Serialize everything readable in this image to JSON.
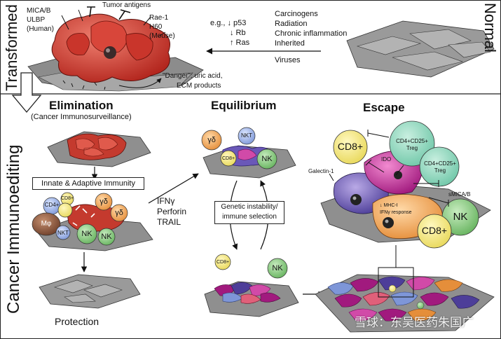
{
  "sections": {
    "top_left": "Transformed",
    "top_right": "Normal",
    "bottom_left": "Cancer Immunoediting"
  },
  "transformed": {
    "ligands_human": [
      "MICA/B",
      "ULBP",
      "(Human)"
    ],
    "tumor_antigens": "Tumor antigens",
    "ligands_mouse": [
      "Rae-1",
      "H60",
      "(Mouse)"
    ],
    "danger": [
      "\"Danger\": uric acid,",
      "ECM products"
    ]
  },
  "mutations": {
    "eg": "e.g., ↓ p53",
    "rb": "↓ Rb",
    "ras": "↑ Ras"
  },
  "causes": [
    "Carcinogens",
    "Radiation",
    "Chronic inflammation",
    "Inherited",
    "Viruses"
  ],
  "phases": {
    "elimination": {
      "title": "Elimination",
      "subtitle": "(Cancer Immunosurveillance)",
      "box": "Innate & Adaptive Immunity",
      "cells": [
        "CD4+",
        "CD8+",
        "γδ",
        "γδ",
        "Mφ",
        "NKT",
        "NK",
        "NK"
      ],
      "mediators": [
        "IFNγ",
        "Perforin",
        "TRAIL"
      ],
      "outcome": "Protection"
    },
    "equilibrium": {
      "title": "Equilibrium",
      "cells": [
        "γδ",
        "NKT",
        "CD8+",
        "NK"
      ],
      "box": [
        "Genetic instability/",
        "immune selection"
      ],
      "lower_cells": [
        "CD8+",
        "NK"
      ]
    },
    "escape": {
      "title": "Escape",
      "cd8_top": "CD8+",
      "treg1": [
        "CD4+CD25+",
        "Treg"
      ],
      "treg2": [
        "CD4+CD25+",
        "Treg"
      ],
      "ido": "IDO",
      "galectin": "Galectin-1",
      "smica": "sMICA/B",
      "mhc": [
        "↓ MHC-I",
        "IFNγ response"
      ],
      "nk": "NK",
      "cd8_bottom": "CD8+"
    }
  },
  "watermark": "雪球：东吴医药朱国广"
}
